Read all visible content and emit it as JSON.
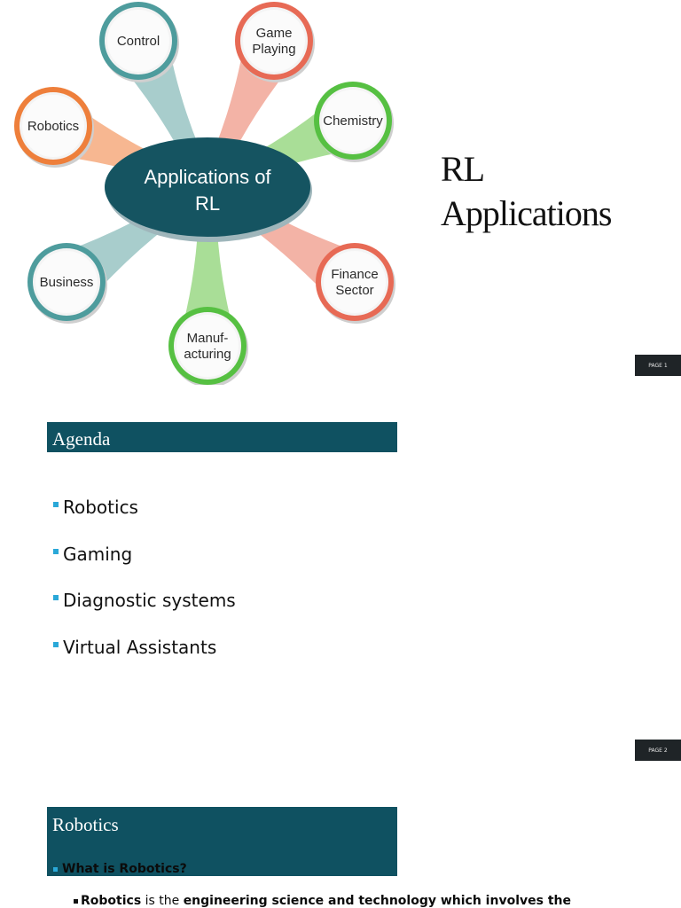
{
  "slide1": {
    "mindmap": {
      "center": "Applications of RL",
      "center_lines": [
        "Applications of",
        "RL"
      ],
      "nodes": [
        {
          "id": "control",
          "lines": [
            "Control"
          ],
          "ring": "#4e9c9d",
          "stem": "#a8cdcc"
        },
        {
          "id": "game-playing",
          "lines": [
            "Game",
            "Playing"
          ],
          "ring": "#e76a55",
          "stem": "#f3b3a6"
        },
        {
          "id": "chemistry",
          "lines": [
            "Chemistry"
          ],
          "ring": "#56c042",
          "stem": "#a9de97"
        },
        {
          "id": "robotics",
          "lines": [
            "Robotics"
          ],
          "ring": "#ee7f3b",
          "stem": "#f7b791"
        },
        {
          "id": "finance-sector",
          "lines": [
            "Finance",
            "Sector"
          ],
          "ring": "#e76a55",
          "stem": "#f3b3a6"
        },
        {
          "id": "business",
          "lines": [
            "Business"
          ],
          "ring": "#4e9c9d",
          "stem": "#a8cdcc"
        },
        {
          "id": "manufacturing",
          "lines": [
            "Manuf-",
            "acturing"
          ],
          "ring": "#56c042",
          "stem": "#a9de97"
        }
      ],
      "center_color": "#155461"
    },
    "title_line1": "RL",
    "title_line2": "Applications",
    "page_tag": "PAGE 1"
  },
  "slide2": {
    "heading": "Agenda",
    "items": [
      "Robotics",
      "Gaming",
      "Diagnostic systems",
      "Virtual Assistants"
    ],
    "page_tag": "PAGE 2"
  },
  "slide3": {
    "heading": "Robotics",
    "subheading": "What is Robotics?",
    "body": {
      "term": "Robotics",
      "connector": " is the ",
      "rest": "engineering science and technology which involves the"
    }
  },
  "colors": {
    "section_bar": "#0f5161",
    "bullet": "#2aa8d8",
    "page_tag_bg": "#1f2427"
  }
}
